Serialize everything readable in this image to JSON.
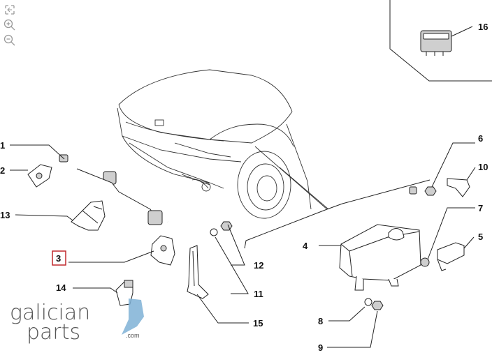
{
  "toolbar": {
    "tools": [
      {
        "name": "fit-screen-icon"
      },
      {
        "name": "zoom-in-icon"
      },
      {
        "name": "zoom-out-icon"
      }
    ]
  },
  "callouts": {
    "c1": "1",
    "c2": "2",
    "c3": "3",
    "c4": "4",
    "c5": "5",
    "c6": "6",
    "c7": "7",
    "c8": "8",
    "c9": "9",
    "c10": "10",
    "c11": "11",
    "c12": "12",
    "c13": "13",
    "c14": "14",
    "c15": "15",
    "c16": "16"
  },
  "selected_callout": "3",
  "brand": {
    "word1": "galician",
    "word2": "parts",
    "suffix": ".com",
    "accent_color": "#7fb2d6"
  }
}
